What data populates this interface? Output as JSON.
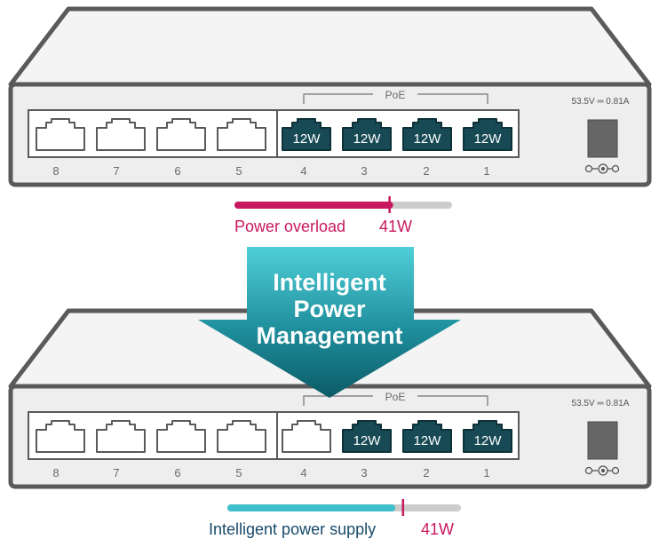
{
  "colors": {
    "port_active": "#174a55",
    "overload": "#c8175e",
    "intelligent": "#3fbfcc",
    "track": "#cccccc",
    "outline": "#5a5a5a"
  },
  "arrow": {
    "lines": [
      "Intelligent",
      "Power",
      "Management"
    ]
  },
  "switches": [
    {
      "poe_label": "PoE",
      "spec": "53.5V ═ 0.81A",
      "power_icon": "power-polarity-icon",
      "ports": [
        {
          "number": "8",
          "active": false,
          "label": ""
        },
        {
          "number": "7",
          "active": false,
          "label": ""
        },
        {
          "number": "6",
          "active": false,
          "label": ""
        },
        {
          "number": "5",
          "active": false,
          "label": ""
        },
        {
          "number": "4",
          "active": true,
          "label": "12W"
        },
        {
          "number": "3",
          "active": true,
          "label": "12W"
        },
        {
          "number": "2",
          "active": true,
          "label": "12W"
        },
        {
          "number": "1",
          "active": true,
          "label": "12W"
        }
      ],
      "bar": {
        "label": "Power overload",
        "value": "41W",
        "fill": 0.72,
        "marker": 0.72,
        "fill_color_key": "overload"
      }
    },
    {
      "poe_label": "PoE",
      "spec": "53.5V ═ 0.81A",
      "power_icon": "power-polarity-icon",
      "ports": [
        {
          "number": "8",
          "active": false,
          "label": ""
        },
        {
          "number": "7",
          "active": false,
          "label": ""
        },
        {
          "number": "6",
          "active": false,
          "label": ""
        },
        {
          "number": "5",
          "active": false,
          "label": ""
        },
        {
          "number": "4",
          "active": false,
          "label": ""
        },
        {
          "number": "3",
          "active": true,
          "label": "12W"
        },
        {
          "number": "2",
          "active": true,
          "label": "12W"
        },
        {
          "number": "1",
          "active": true,
          "label": "12W"
        }
      ],
      "bar": {
        "label": "Intelligent power supply",
        "value": "41W",
        "fill": 0.71,
        "marker": 0.76,
        "fill_color_key": "intelligent"
      }
    }
  ]
}
